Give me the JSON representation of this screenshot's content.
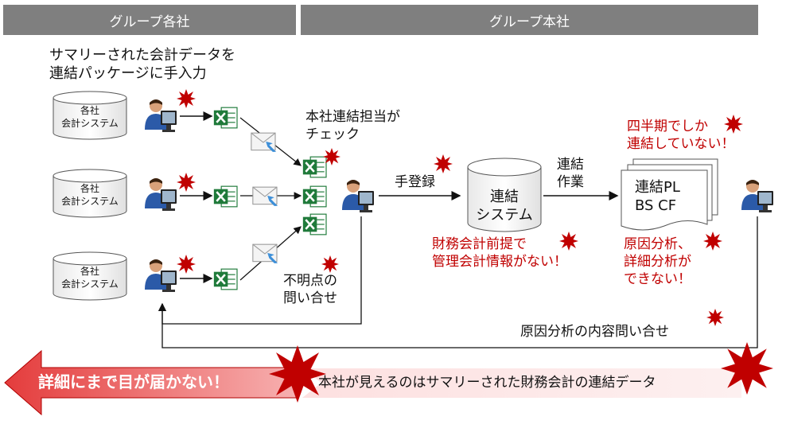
{
  "headers": {
    "left": "グループ各社",
    "right": "グループ本社"
  },
  "intro_text": "サマリーされた会計データを\n連結パッケージに手入力",
  "subsidiary_db_label": "各社\n会計システム",
  "hq_check_text": "本社連結担当が\nチェック",
  "manual_entry": "手登録",
  "consolidation_work": "連結\n作業",
  "consol_system": "連結\nシステム",
  "report_label": "連結PL\nBS CF",
  "issues": {
    "quarterly": "四半期でしか\n連結していない！",
    "mgmt_info": "財務会計前提で\n管理会計情報がない！",
    "analysis": "原因分析、\n詳細分析が\nできない！"
  },
  "unclear_points": "不明点の\n問い合せ",
  "cause_inquiry": "原因分析の内容問い合せ",
  "bottom_left": "詳細にまで目が届かない！",
  "bottom_right": "本社が見えるのはサマリーされた財務会計の連結データ",
  "colors": {
    "header": "#7f7f7f",
    "issue_text": "#c00000",
    "burst": "#c00000",
    "excel": "#1f7a3a"
  }
}
